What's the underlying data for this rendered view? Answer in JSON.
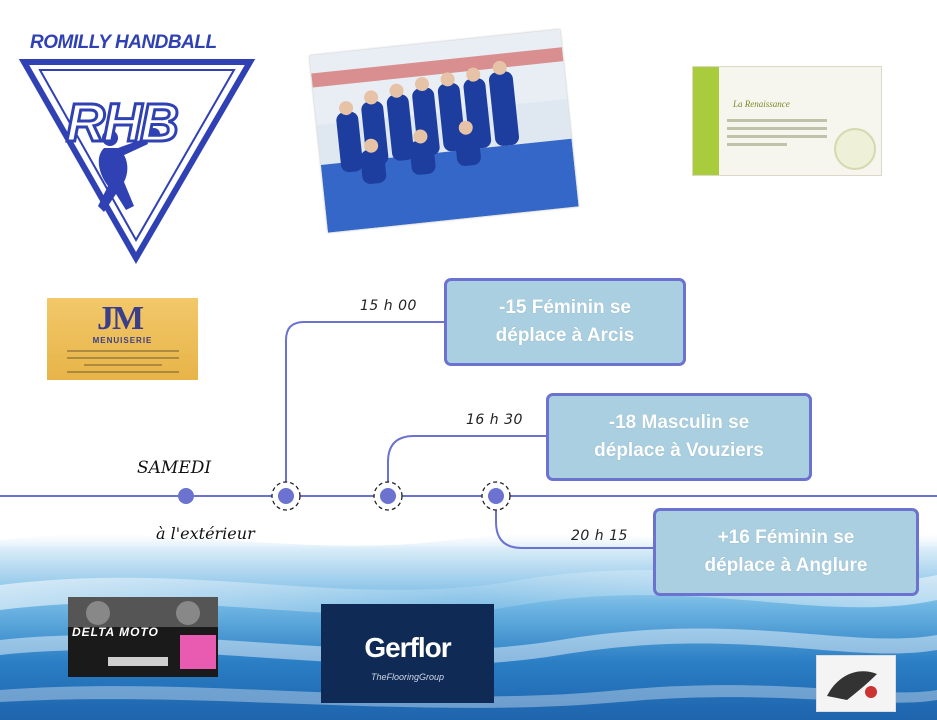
{
  "logo": {
    "title": "ROMILLY HANDBALL",
    "letters": "RHB",
    "color": "#2f41b3"
  },
  "timeline": {
    "day_label": "SAMEDI",
    "place_label": "à l'extérieur",
    "line_color": "#6b72cf",
    "events": [
      {
        "time": "15 h 00",
        "text_line1": "-15 Féminin se",
        "text_line2": "déplace à Arcis"
      },
      {
        "time": "16 h 30",
        "text_line1": "-18 Masculin se",
        "text_line2": "déplace à Vouziers"
      },
      {
        "time": "20 h 15",
        "text_line1": "+16 Féminin se",
        "text_line2": "déplace à Anglure"
      }
    ]
  },
  "sponsors": {
    "top_right_name": "La Renaissance",
    "jm": {
      "logo": "JM",
      "subtitle": "MENUISERIE"
    },
    "delta": {
      "name": "DELTA MOTO"
    },
    "gerflor": {
      "name": "Gerflor",
      "tagline": "TheFlooringGroup"
    }
  }
}
